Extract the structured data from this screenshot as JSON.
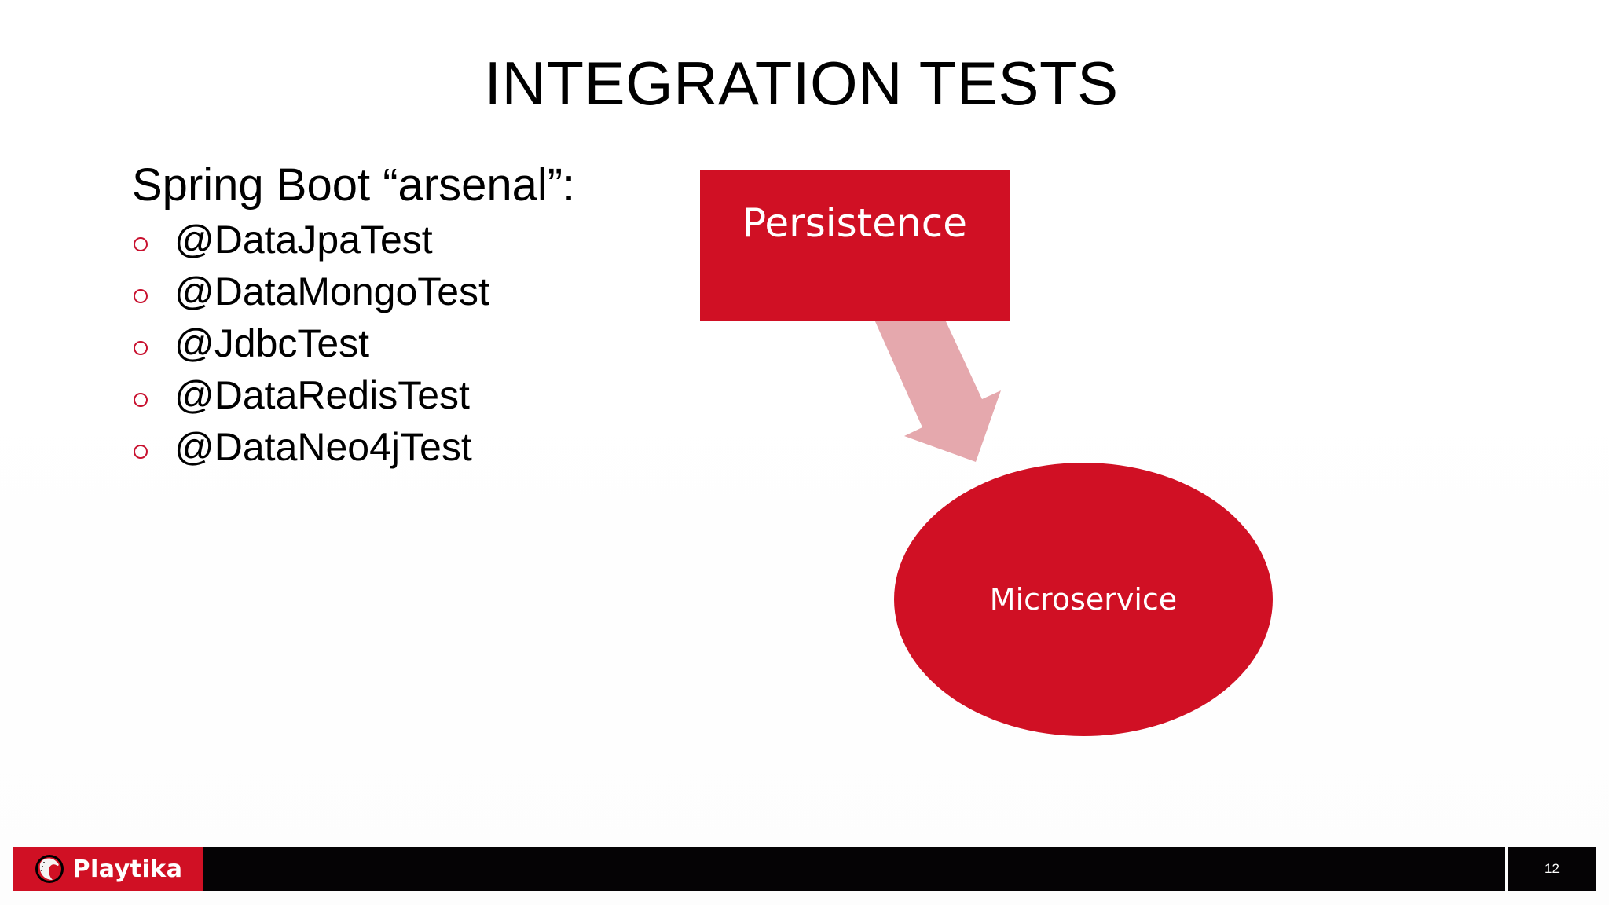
{
  "slide": {
    "title": "INTEGRATION TESTS",
    "subheading": "Spring Boot “arsenal”:",
    "bullets": [
      {
        "label": "@DataJpaTest"
      },
      {
        "label": "@DataMongoTest"
      },
      {
        "label": "@JdbcTest"
      },
      {
        "label": "@DataRedisTest"
      },
      {
        "label": "@DataNeo4jTest"
      }
    ],
    "bullet_icon": "hollow-circle-icon"
  },
  "diagram": {
    "nodes": [
      {
        "id": "persistence",
        "shape": "rectangle",
        "label": "Persistence",
        "color": "#d01024"
      },
      {
        "id": "microservice",
        "shape": "ellipse",
        "label": "Microservice",
        "color": "#d01024"
      }
    ],
    "edges": [
      {
        "from": "persistence",
        "to": "microservice",
        "style": "block-arrow",
        "color": "#e5a8ad"
      }
    ]
  },
  "footer": {
    "brand": "Playtika",
    "brand_icon": "playtika-logo-icon",
    "page_number": "12",
    "colors": {
      "brand_red": "#d01024",
      "bar_black": "#050305"
    }
  }
}
